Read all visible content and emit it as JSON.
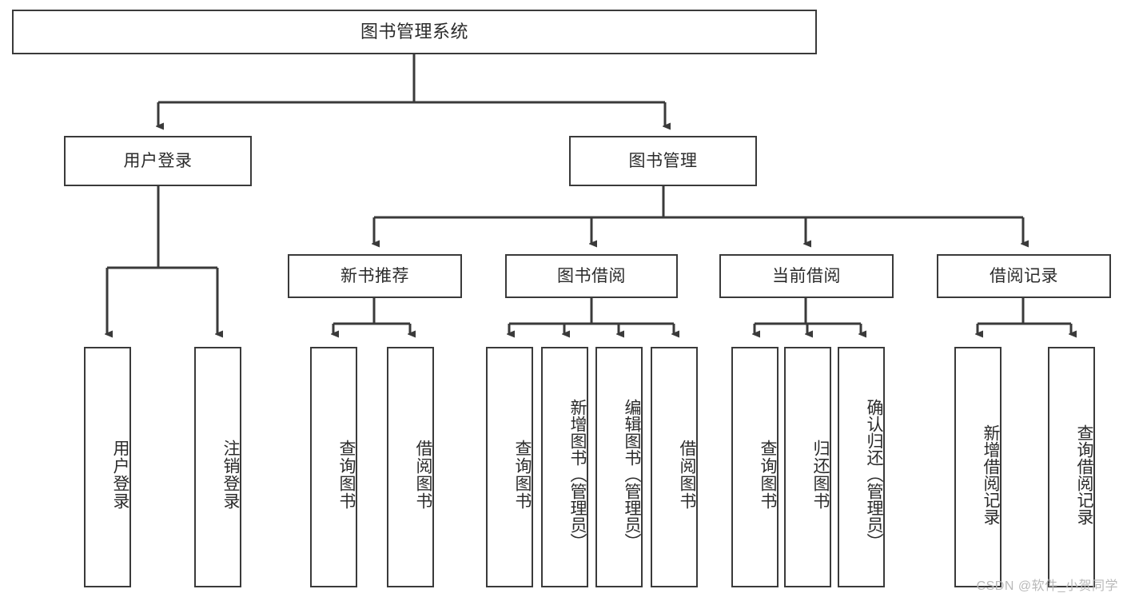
{
  "diagram": {
    "title": "图书管理系统",
    "type": "functional-structure-tree",
    "stroke_color": "#3a3a3a",
    "text_color": "#2b2b2b",
    "background_color": "#ffffff"
  },
  "root": {
    "label": "图书管理系统"
  },
  "level1": [
    {
      "label": "用户登录"
    },
    {
      "label": "图书管理"
    }
  ],
  "level2": [
    {
      "label": "新书推荐"
    },
    {
      "label": "图书借阅"
    },
    {
      "label": "当前借阅"
    },
    {
      "label": "借阅记录"
    }
  ],
  "leaves": {
    "user_login": [
      {
        "label": "用户登录"
      },
      {
        "label": "注销登录"
      }
    ],
    "new_book_recommend": [
      {
        "label": "查询图书"
      },
      {
        "label": "借阅图书"
      }
    ],
    "book_borrow": [
      {
        "label": "查询图书"
      },
      {
        "label": "新增图书（管理员）"
      },
      {
        "label": "编辑图书（管理员）"
      },
      {
        "label": "借阅图书"
      }
    ],
    "current_borrow": [
      {
        "label": "查询图书"
      },
      {
        "label": "归还图书"
      },
      {
        "label": "确认归还（管理员）"
      }
    ],
    "borrow_record": [
      {
        "label": "新增借阅记录"
      },
      {
        "label": "查询借阅记录"
      }
    ]
  },
  "watermark": {
    "text": "CSDN @软件_小贺同学",
    "color": "#b9b9b9"
  }
}
